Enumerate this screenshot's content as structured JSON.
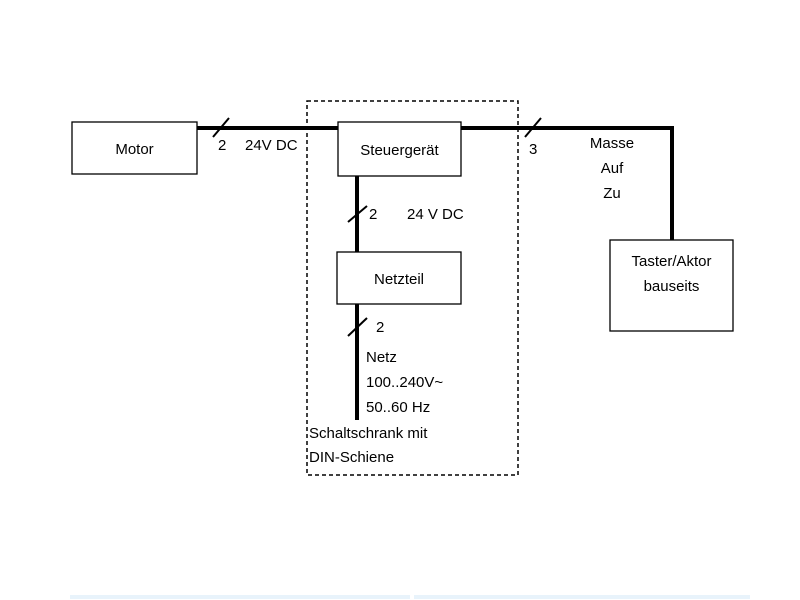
{
  "blocks": {
    "motor": "Motor",
    "controller": "Steuergerät",
    "power_supply": "Netzteil",
    "switch": [
      "Taster/Aktor",
      "bauseits"
    ]
  },
  "connections": {
    "motor_controller": {
      "wires": "2",
      "label": "24V DC"
    },
    "controller_switch": {
      "wires": "3",
      "signals": [
        "Masse",
        "Auf",
        "Zu"
      ]
    },
    "supply_controller": {
      "wires": "2",
      "label": "24 V DC"
    },
    "mains": {
      "wires": "2",
      "label": [
        "Netz",
        "100..240V~",
        "50..60 Hz"
      ]
    }
  },
  "cabinet": {
    "label": [
      "Schaltschrank mit",
      "DIN-Schiene"
    ]
  }
}
